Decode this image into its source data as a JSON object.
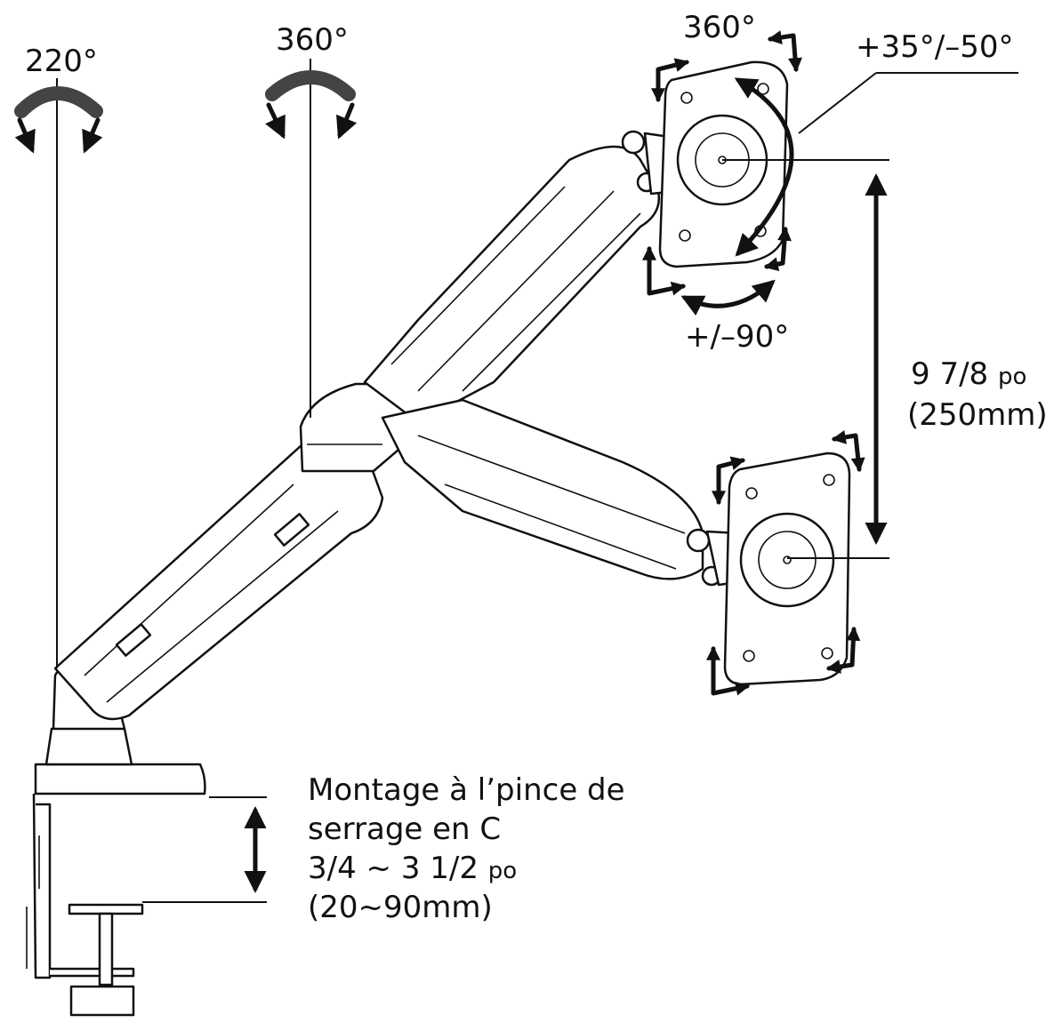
{
  "labels": {
    "base_rotation": "220°",
    "arm_rotation": "360°",
    "head_rotation": "360°",
    "tilt": "+35°/–50°",
    "swivel": "+/–90°",
    "height_line1": "9 7/8 ",
    "height_unit": "po",
    "height_line2": "(250mm)",
    "clamp_line1": "Montage à l’pince de",
    "clamp_line2": "serrage en C",
    "clamp_line3_main": "3/4 ~ 3 1/2 ",
    "clamp_line3_unit": "po",
    "clamp_line4": "(20~90mm)"
  },
  "colors": {
    "ink": "#111111",
    "background": "#ffffff",
    "swirl": "#444444"
  },
  "icons": {
    "rotation": "curved-rotation-arrow",
    "double_arrow": "vertical-double-arrow"
  }
}
